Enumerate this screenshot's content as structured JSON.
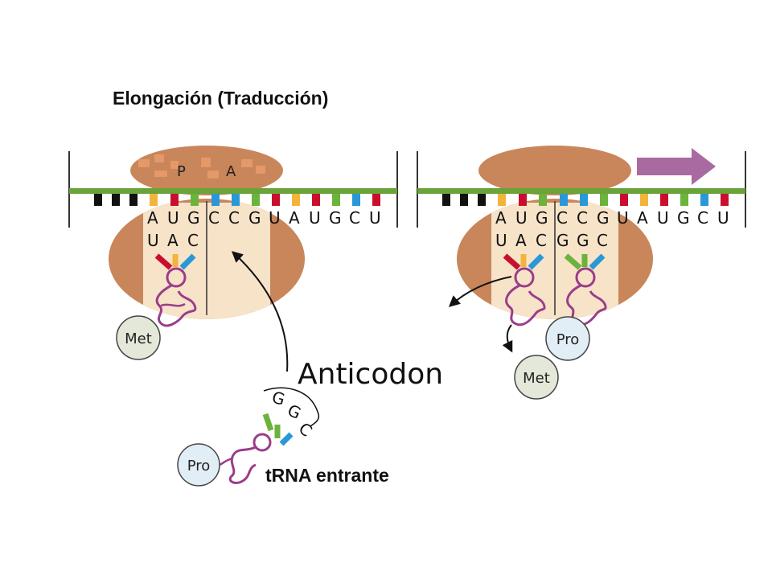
{
  "title": "Elongación (Traducción)",
  "site_p": "P",
  "site_a": "A",
  "mrna": [
    "A",
    "U",
    "G",
    "C",
    "C",
    "G",
    "U",
    "A",
    "U",
    "G",
    "C",
    "U"
  ],
  "anticodon_met": [
    "U",
    "A",
    "C"
  ],
  "anticodon_pro": [
    "G",
    "G",
    "C"
  ],
  "incoming_anticodon": [
    "G",
    "G",
    "C"
  ],
  "labels": {
    "anticodon": "Anticodon",
    "trna_incoming": "tRNA entrante",
    "met": "Met",
    "pro": "Pro"
  },
  "colors": {
    "ribosome": "#c8865a",
    "ribosome_inner": "#f7e3c8",
    "mrna_backbone": "#6aa33a",
    "trna": "#9b3d8a",
    "amino_acid": "#e3e8d8",
    "pro_circle": "#e2eef6",
    "arrow": "#a86aa0",
    "tick_black": "#111111",
    "tick_yellow": "#f2b43a",
    "tick_red": "#c8102e",
    "tick_green": "#6bb33a",
    "tick_blue": "#2a98d6"
  }
}
